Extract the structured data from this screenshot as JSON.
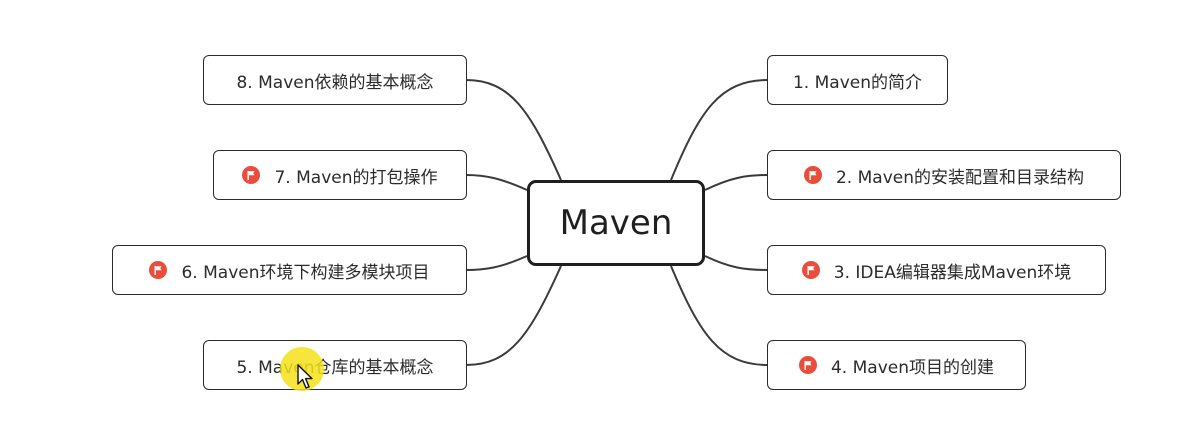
{
  "root": {
    "label": "Maven"
  },
  "topics": [
    {
      "label": "1. Maven的简介",
      "flag": false
    },
    {
      "label": "2. Maven的安装配置和目录结构",
      "flag": true
    },
    {
      "label": "3. IDEA编辑器集成Maven环境",
      "flag": true
    },
    {
      "label": "4. Maven项目的创建",
      "flag": true
    },
    {
      "label": "5. Maven仓库的基本概念",
      "flag": false
    },
    {
      "label": "6. Maven环境下构建多模块项目",
      "flag": true
    },
    {
      "label": "7. Maven的打包操作",
      "flag": true
    },
    {
      "label": "8. Maven依赖的基本概念",
      "flag": false
    }
  ],
  "colors": {
    "line": "#3a3a3a",
    "flag": "#e94e3c",
    "cursor_highlight": "#f4e21a"
  },
  "icons": {
    "flag_marker": "red-flag-marker-icon",
    "pointer": "mouse-pointer-icon"
  }
}
